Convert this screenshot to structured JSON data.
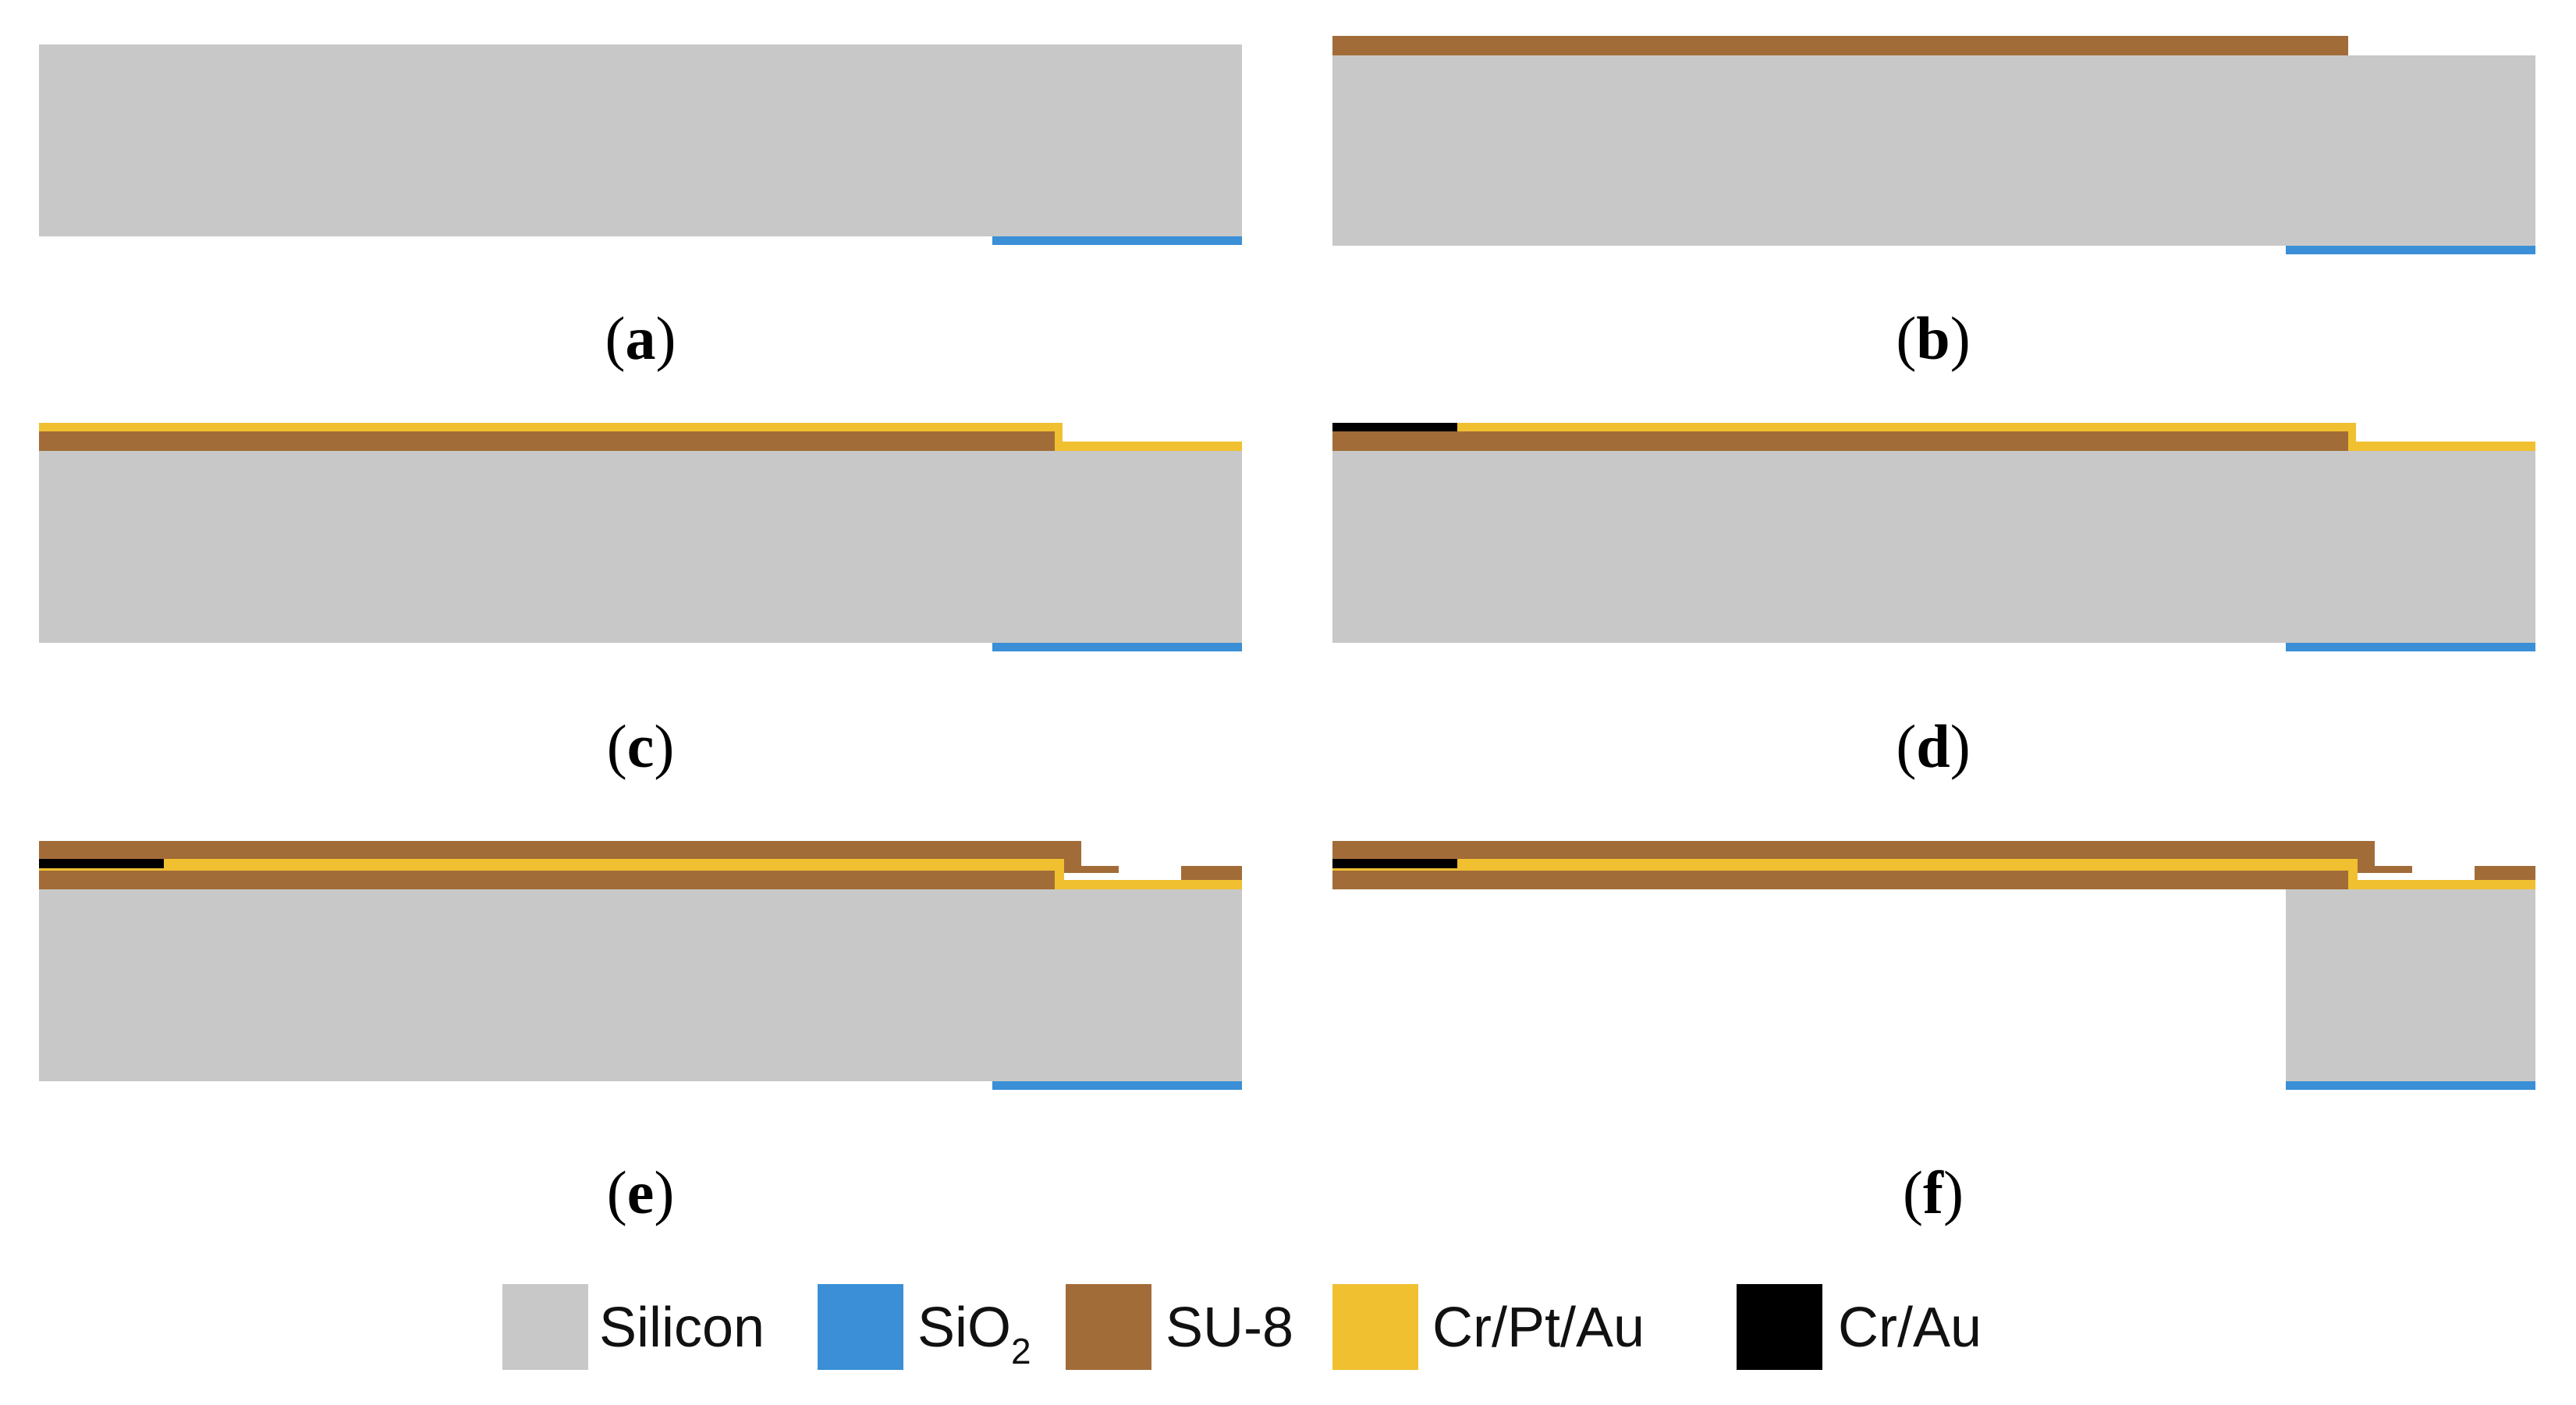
{
  "panels": [
    {
      "id": "a",
      "caption_open": "(",
      "caption_letter": "a",
      "caption_close": ")"
    },
    {
      "id": "b",
      "caption_open": "(",
      "caption_letter": "b",
      "caption_close": ")"
    },
    {
      "id": "c",
      "caption_open": "(",
      "caption_letter": "c",
      "caption_close": ")"
    },
    {
      "id": "d",
      "caption_open": "(",
      "caption_letter": "d",
      "caption_close": ")"
    },
    {
      "id": "e",
      "caption_open": "(",
      "caption_letter": "e",
      "caption_close": ")"
    },
    {
      "id": "f",
      "caption_open": "(",
      "caption_letter": "f",
      "caption_close": ")"
    }
  ],
  "legend": [
    {
      "key": "silicon",
      "label": "Silicon",
      "sub": "",
      "color": "#c8c8c8"
    },
    {
      "key": "sio2",
      "label": "SiO",
      "sub": "2",
      "color": "#3a8fd6"
    },
    {
      "key": "su8",
      "label": "SU-8",
      "sub": "",
      "color": "#a26c38"
    },
    {
      "key": "crptau",
      "label": "Cr/Pt/Au",
      "sub": "",
      "color": "#f0c030"
    },
    {
      "key": "crau",
      "label": "Cr/Au",
      "sub": "",
      "color": "#000000"
    }
  ]
}
